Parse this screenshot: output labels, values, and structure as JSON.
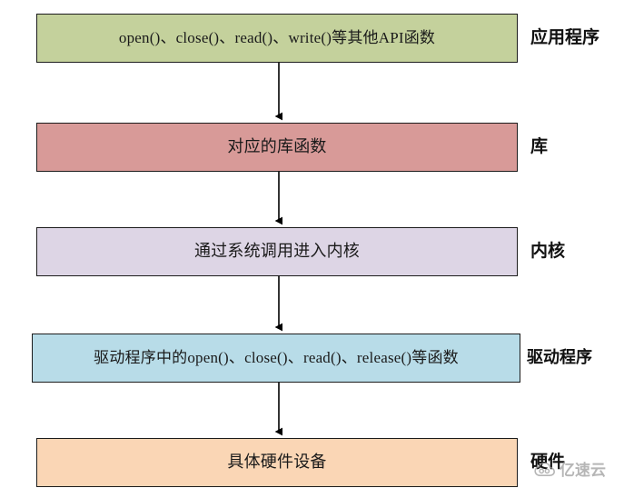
{
  "diagram": {
    "type": "flowchart",
    "orientation": "vertical",
    "background_color": "#ffffff",
    "nodes": [
      {
        "id": "application",
        "text": "open()、close()、read()、write()等其他API函数",
        "side_label": "应用程序",
        "fill": "#c4d19c",
        "border": "#1c1c1c"
      },
      {
        "id": "library",
        "text": "对应的库函数",
        "side_label": "库",
        "fill": "#d89a98",
        "border": "#1c1c1c"
      },
      {
        "id": "kernel",
        "text": "通过系统调用进入内核",
        "side_label": "内核",
        "fill": "#ddd5e5",
        "border": "#1c1c1c"
      },
      {
        "id": "driver",
        "text": "驱动程序中的open()、close()、read()、release()等函数",
        "side_label": "驱动程序",
        "fill": "#b8dce8",
        "border": "#1c1c1c"
      },
      {
        "id": "hardware",
        "text": "具体硬件设备",
        "side_label": "硬件",
        "fill": "#fad6b5",
        "border": "#1c1c1c"
      }
    ],
    "edges": [
      {
        "from": "application",
        "to": "library",
        "style": "solid-arrow"
      },
      {
        "from": "library",
        "to": "kernel",
        "style": "solid-arrow"
      },
      {
        "from": "kernel",
        "to": "driver",
        "style": "solid-arrow"
      },
      {
        "from": "driver",
        "to": "hardware",
        "style": "solid-arrow"
      }
    ]
  },
  "watermark": {
    "text": "亿速云",
    "logo_name": "cloud-logo"
  }
}
